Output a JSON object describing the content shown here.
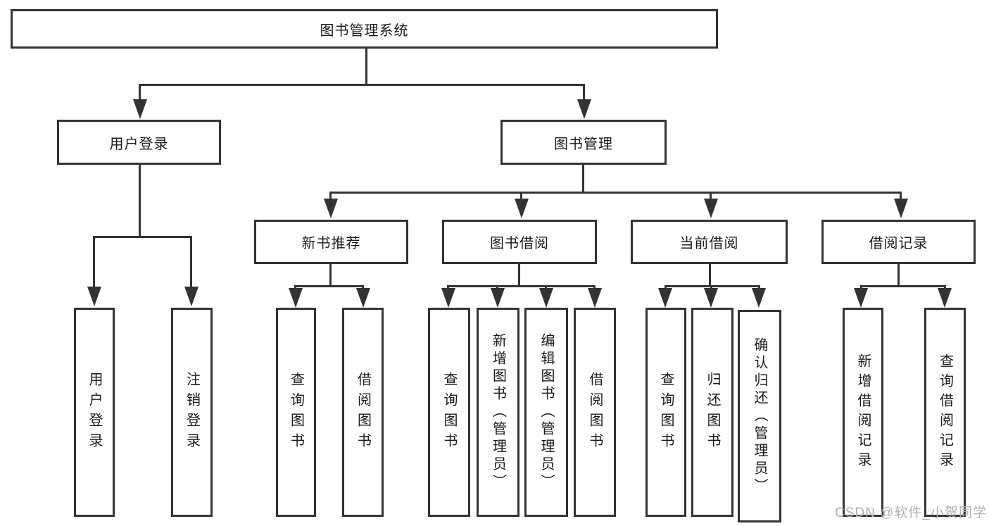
{
  "tree": {
    "root": {
      "label": "图书管理系统"
    },
    "branches": [
      {
        "label": "用户登录",
        "children": [
          {
            "label": "用户登录"
          },
          {
            "label": "注销登录"
          }
        ]
      },
      {
        "label": "图书管理",
        "groups": [
          {
            "label": "新书推荐",
            "children": [
              {
                "label": "查询图书"
              },
              {
                "label": "借阅图书"
              }
            ]
          },
          {
            "label": "图书借阅",
            "children": [
              {
                "label": "查询图书"
              },
              {
                "label": "新增图书（管理员）"
              },
              {
                "label": "编辑图书（管理员）"
              },
              {
                "label": "借阅图书"
              }
            ]
          },
          {
            "label": "当前借阅",
            "children": [
              {
                "label": "查询图书"
              },
              {
                "label": "归还图书"
              },
              {
                "label": "确认归还（管理员）"
              }
            ]
          },
          {
            "label": "借阅记录",
            "children": [
              {
                "label": "新增借阅记录"
              },
              {
                "label": "查询借阅记录"
              }
            ]
          }
        ]
      }
    ]
  },
  "watermark": "CSDN @软件_小贺同学",
  "colors": {
    "line": "#333333",
    "text": "#1a1a1a",
    "background": "#ffffff",
    "watermark": "#b0b0b0"
  }
}
